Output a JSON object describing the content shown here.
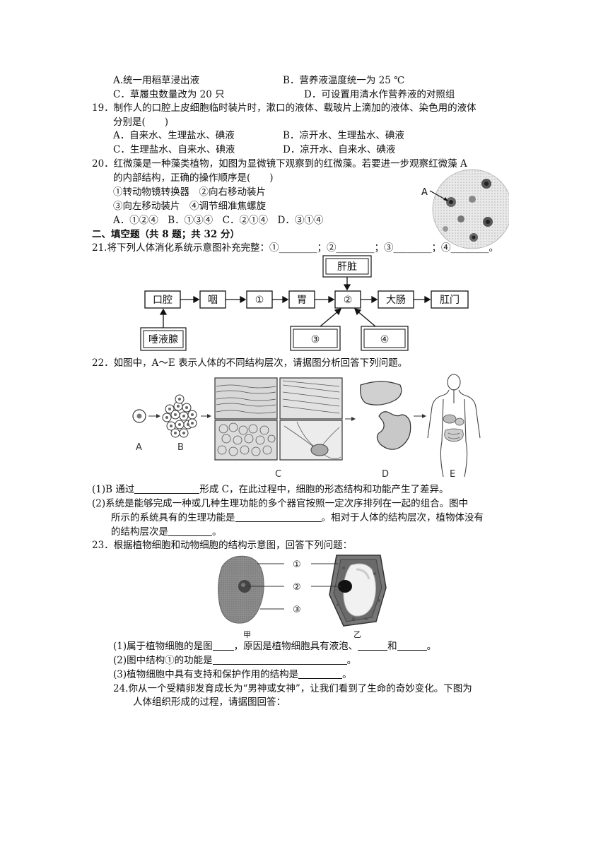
{
  "q18": {
    "optA": "A.统一用稻草浸出液",
    "optB": "B．营养液温度统一为 25 ℃",
    "optC": "C．草履虫数量改为 20 只",
    "optD": "D．可设置用清水作营养液的对照组"
  },
  "q19": {
    "stem1": "19．制作人的口腔上皮细胞临时装片时，漱口的液体、载玻片上滴加的液体、染色用的液体",
    "stem2": "分别是(　　)",
    "optA": "A．自来水、生理盐水、碘液",
    "optB": "B．凉开水、生理盐水、碘液",
    "optC": "C．生理盐水、自来水、碘液",
    "optD": "D．凉开水、自来水、碘液"
  },
  "q20": {
    "stem1": "20．红微藻是一种藻类植物，如图为显微镜下观察到的红微藻。若要进一步观察红微藻 A",
    "stem2": "的内部结构，正确的操作顺序是(　　)",
    "step1": "①转动物镜转换器　②向右移动装片",
    "step2": "③向左移动装片　④调节细准焦螺旋",
    "options": "A．①②④　B．①③④　C．②①④　D．③①④",
    "label_a": "A"
  },
  "section2": "二、填空题（共 8 题；共 32 分）",
  "q21": {
    "stem": "21.将下列人体消化系统示意图补充完整：①________；②________；③________；④________。",
    "boxes": {
      "mouth": "口腔",
      "pharynx": "咽",
      "n1": "①",
      "stomach": "胃",
      "n2": "②",
      "large_intestine": "大肠",
      "anus": "肛门",
      "liver": "肝脏",
      "salivary": "唾液腺",
      "n3": "③",
      "n4": "④"
    }
  },
  "q22": {
    "stem": "22．如图中，A～E 表示人体的不同结构层次，请据图分析回答下列问题。",
    "labels": {
      "a": "A",
      "b": "B",
      "c": "C",
      "d": "D",
      "e": "E"
    },
    "p1_a": "(1)B 通过",
    "p1_b": "形成 C，在此过程中，细胞的形态结构和功能产生了差异。",
    "p2_l1": "(2)系统是能够完成一种或几种生理功能的多个器官按照一定次序排列在一起的组合。图中",
    "p2_l2a": "所示的系统具有的生理功能是",
    "p2_l2b": "。相对于人体的结构层次，植物体没有",
    "p2_l3a": "的结构层次是",
    "p2_l3b": "。"
  },
  "q23": {
    "stem": "23．根据植物细胞和动物细胞的结构示意图，回答下列问题：",
    "labels": {
      "c1": "①",
      "c2": "②",
      "c3": "③",
      "jia": "甲",
      "yi": "乙"
    },
    "p1_a": "(1)属于植物细胞的是图",
    "p1_b": "，原因是植物细胞具有液泡、",
    "p1_c": "和",
    "p1_d": "。",
    "p2_a": "(2)图中结构①的功能是",
    "p2_b": "。",
    "p3_a": "(3)植物细胞中具有支持和保护作用的结构是",
    "p3_b": "。"
  },
  "q24": {
    "l1": "24.你从一个受精卵发育成长为“男神或女神”，让我们看到了生命的奇妙变化。下图为",
    "l2": "人体组织形成的过程，请据图回答："
  }
}
